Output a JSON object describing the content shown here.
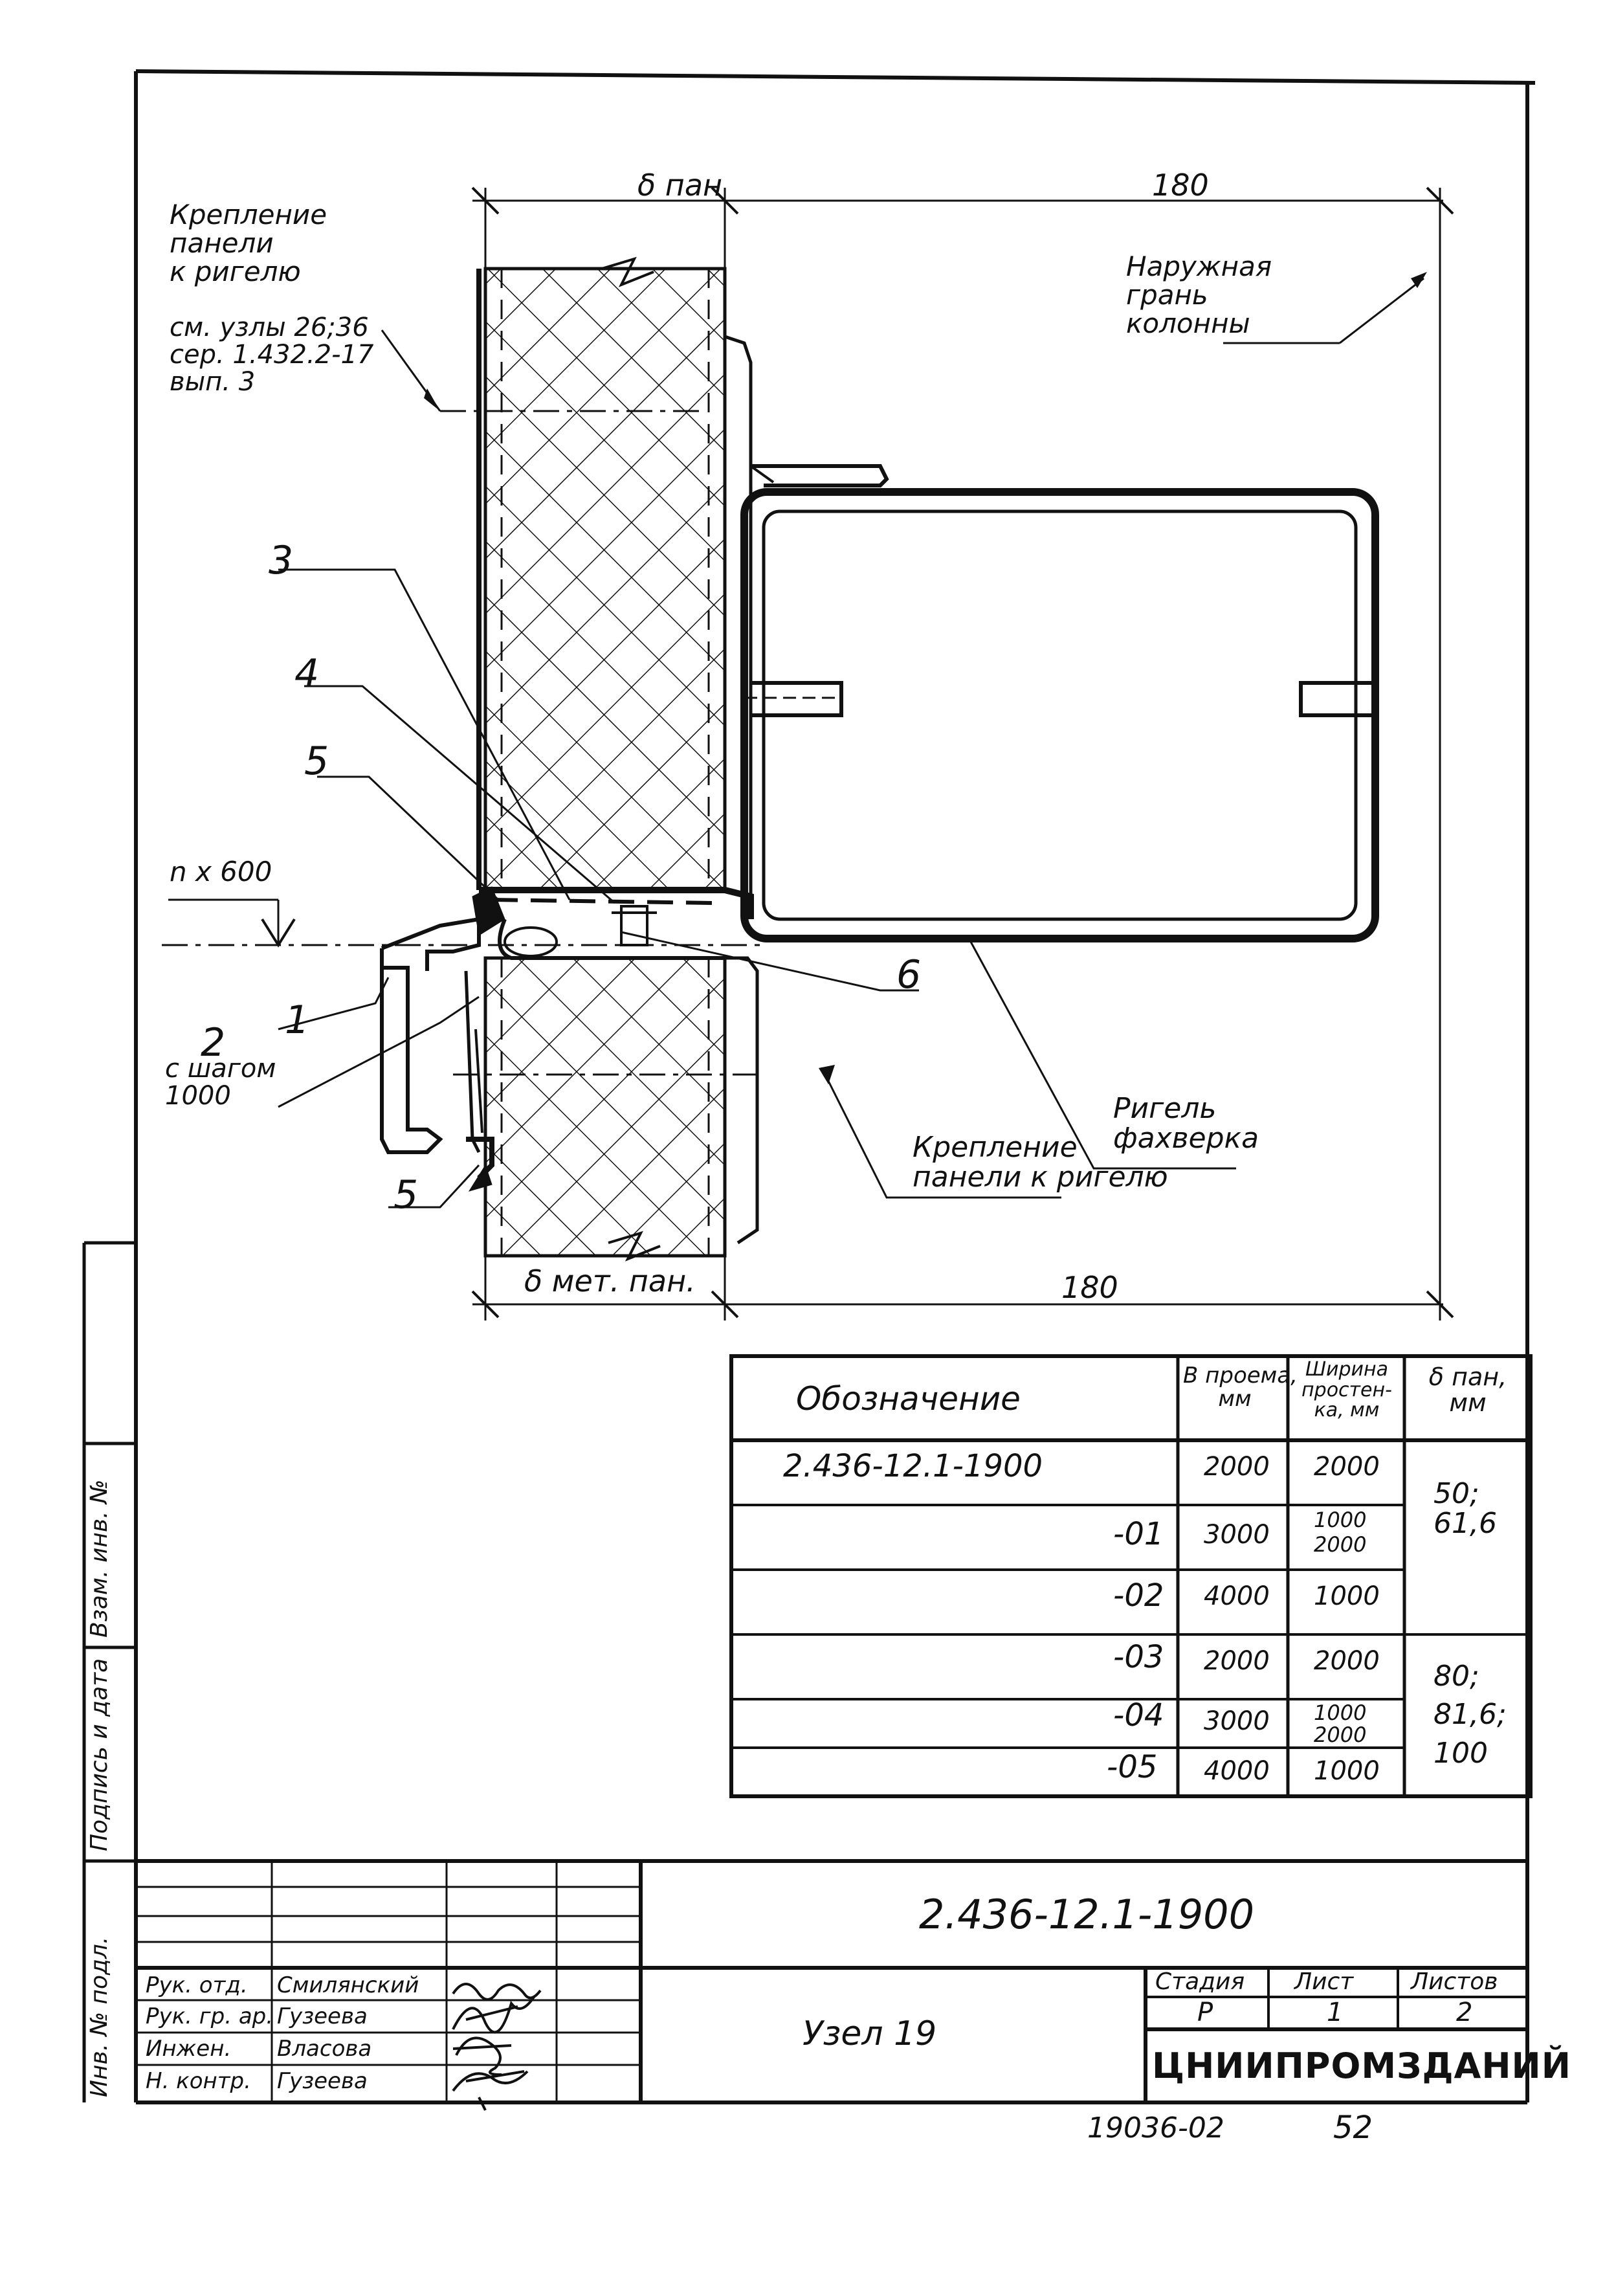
{
  "drawing": {
    "dims": {
      "top_left": "δ пан",
      "top_right": "180",
      "bottom_left": "δ мет. пан.",
      "bottom_right": "180"
    },
    "labels": {
      "fastening_top": [
        "Крепление",
        "панели",
        "к ригелю"
      ],
      "fastening_top_ref": [
        "см. узлы 26;36",
        "сер. 1.432.2-17",
        "вып. 3"
      ],
      "outer_face": [
        "Наружная",
        "грань",
        "колонны"
      ],
      "n600": "n x 600",
      "beam": [
        "Ригель",
        "фахверка"
      ],
      "step": [
        "с шагом",
        "1000"
      ],
      "fastening_bottom": [
        "Крепление",
        "панели к ригелю"
      ]
    },
    "callouts": {
      "c1": "1",
      "c2": "2",
      "c3": "3",
      "c4": "4",
      "c5a": "5",
      "c5b": "5",
      "c6": "6"
    }
  },
  "spec_table": {
    "headers": {
      "designation": "Обозначение",
      "height": [
        "B проема,",
        "мм"
      ],
      "width": [
        "Ширина",
        "простен-",
        "ка, мм"
      ],
      "thickness": [
        "δ пан,",
        "мм"
      ]
    },
    "rows": [
      {
        "code": "2.436-12.1-1900",
        "height": "2000",
        "width": [
          "2000"
        ]
      },
      {
        "code": "-01",
        "height": "3000",
        "width": [
          "1000",
          "2000"
        ]
      },
      {
        "code": "-02",
        "height": "4000",
        "width": [
          "1000"
        ]
      },
      {
        "code": "-03",
        "height": "2000",
        "width": [
          "2000"
        ]
      },
      {
        "code": "-04",
        "height": "3000",
        "width": [
          "1000",
          "2000"
        ]
      },
      {
        "code": "-05",
        "height": "4000",
        "width": [
          "1000"
        ]
      }
    ],
    "thickness_groups": [
      [
        "50;",
        "61,6"
      ],
      [
        "80;",
        "81,6;",
        "100"
      ]
    ]
  },
  "title_block": {
    "doc_code": "2.436-12.1-1900",
    "node": "Узел 19",
    "stage_label": "Стадия",
    "sheet_label": "Лист",
    "sheets_label": "Листов",
    "stage": "Р",
    "sheet": "1",
    "sheets": "2",
    "org": "ЦНИИПРОМЗДАНИЙ",
    "signers": [
      {
        "role": "Рук. отд.",
        "name": "Смилянский"
      },
      {
        "role": "Рук. гр. ар.",
        "name": "Гузеева"
      },
      {
        "role": "Инжен.",
        "name": "Власова"
      },
      {
        "role": "Н. контр.",
        "name": "Гузеева"
      }
    ]
  },
  "side_stamp": {
    "inv": "Инв. № подл.",
    "sign": "Подпись и дата",
    "vzam": "Взам. инв. №"
  },
  "footer": {
    "archive_no": "19036-02",
    "page": "52"
  }
}
